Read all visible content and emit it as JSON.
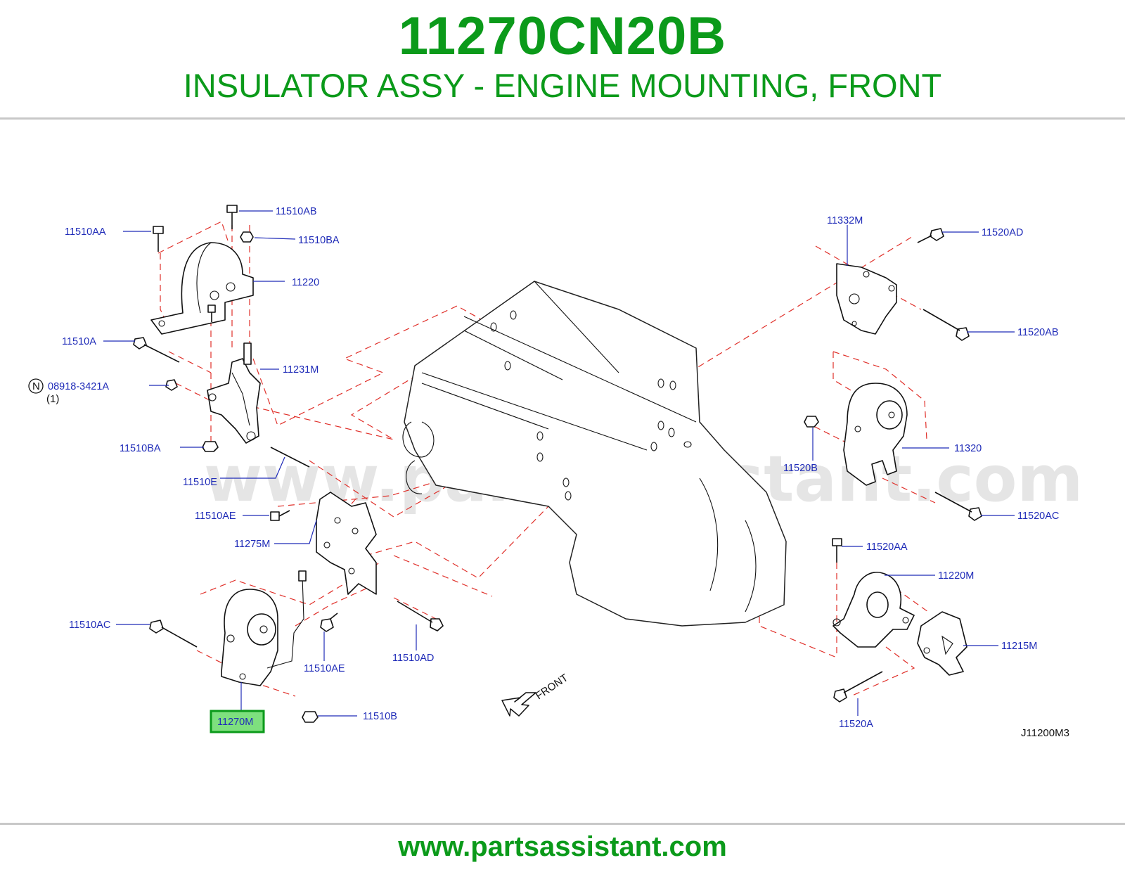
{
  "header": {
    "part_number": "11270CN20B",
    "description": "INSULATOR ASSY - ENGINE MOUNTING, FRONT"
  },
  "footer": {
    "url": "www.partsassistant.com"
  },
  "watermark": "www.partsassistant.com",
  "colors": {
    "brand_green": "#0b9a1a",
    "label_blue": "#1f2bb8",
    "leader_red": "#e0302a",
    "highlight_fill": "#7ee07e"
  },
  "diagram": {
    "code": "J11200M3",
    "front_label": "FRONT",
    "note": {
      "symbol": "N",
      "part": "08918-3421A",
      "qty": "(1)"
    },
    "highlighted_part": "11270M",
    "labels": [
      "11510AA",
      "11510AB",
      "11510BA",
      "11220",
      "11510A",
      "11231M",
      "11510BA",
      "11510E",
      "11510AE",
      "11275M",
      "11510AC",
      "11510AE",
      "11510AD",
      "11510B",
      "11270M",
      "11332M",
      "11520AD",
      "11520AB",
      "11520B",
      "11320",
      "11520AC",
      "11520AA",
      "11220M",
      "11215M",
      "11520A"
    ]
  }
}
